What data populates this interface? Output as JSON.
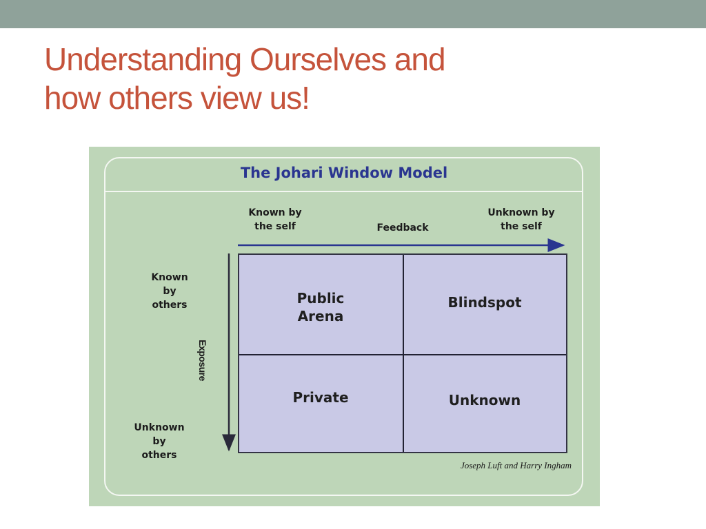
{
  "slide": {
    "title_line1": "Understanding Ourselves and",
    "title_line2": "how others view us!"
  },
  "diagram": {
    "title": "The Johari Window Model",
    "axis_top": {
      "left_label": "Known by\nthe self",
      "center_label": "Feedback",
      "right_label": "Unknown by\nthe self"
    },
    "axis_left": {
      "top_label": "Known\nby\nothers",
      "center_label": "Exposure",
      "bottom_label": "Unknown\nby\nothers"
    },
    "quadrants": {
      "public_arena": "Public\nArena",
      "blindspot": "Blindspot",
      "private": "Private",
      "unknown": "Unknown"
    },
    "credit": "Joseph Luft and Harry Ingham"
  },
  "colors": {
    "top_bar": "#8fa29a",
    "title_text": "#c5533b",
    "figure_bg": "#bed6b8",
    "diagram_title": "#2a3590",
    "grid_fill": "#c9c9e6"
  }
}
